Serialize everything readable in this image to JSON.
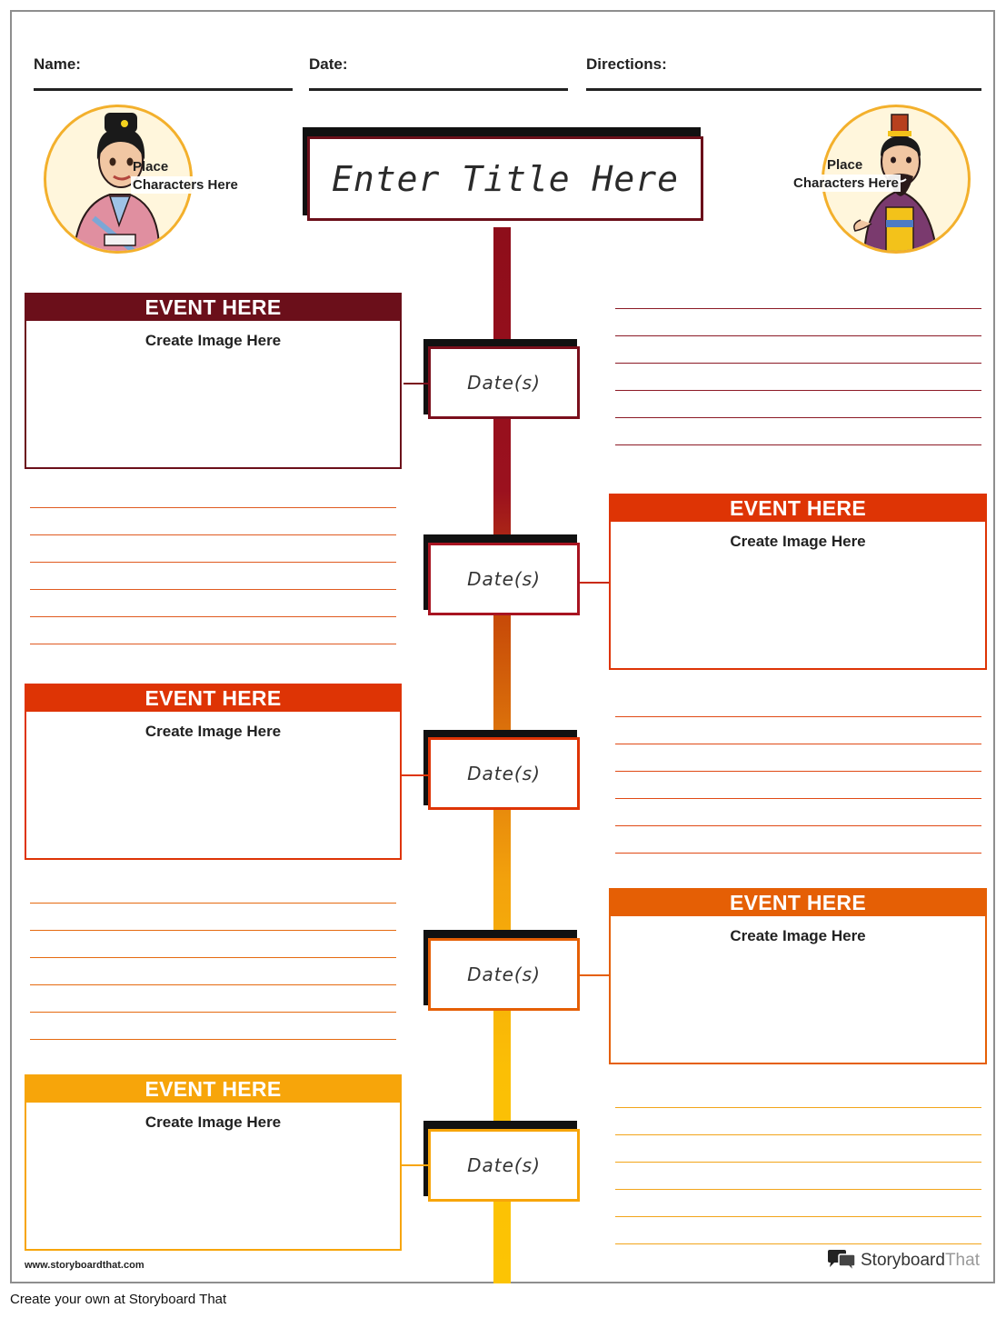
{
  "header": {
    "name_label": "Name:",
    "date_label": "Date:",
    "directions_label": "Directions:"
  },
  "characters": {
    "left_label_line1": "Place",
    "left_label_line2": "Characters Here",
    "right_label_line1": "Place",
    "right_label_line2": "Characters Here"
  },
  "title": "Enter Title Here",
  "events": [
    {
      "heading": "EVENT HERE",
      "subheading": "Create Image Here",
      "date": "Date(s)",
      "color": "#6b0f1a"
    },
    {
      "heading": "EVENT HERE",
      "subheading": "Create Image Here",
      "date": "Date(s)",
      "color": "#de3405"
    },
    {
      "heading": "EVENT HERE",
      "subheading": "Create Image Here",
      "date": "Date(s)",
      "color": "#de3405"
    },
    {
      "heading": "EVENT HERE",
      "subheading": "Create Image Here",
      "date": "Date(s)",
      "color": "#e55f05"
    },
    {
      "heading": "EVENT HERE",
      "subheading": "Create Image Here",
      "date": "Date(s)",
      "color": "#f7a50a"
    }
  ],
  "date_box_colors": [
    "#7a0f1c",
    "#a81421",
    "#de3405",
    "#e55f05",
    "#f7a50a"
  ],
  "footer": {
    "url": "www.storyboardthat.com",
    "brand_primary": "Storyboard",
    "brand_secondary": "That",
    "bottom_note": "Create your own at Storyboard That"
  },
  "colors": {
    "border_gray": "#8e8e8e",
    "circle_border": "#f3b02c",
    "circle_fill": "#fff6dc"
  }
}
